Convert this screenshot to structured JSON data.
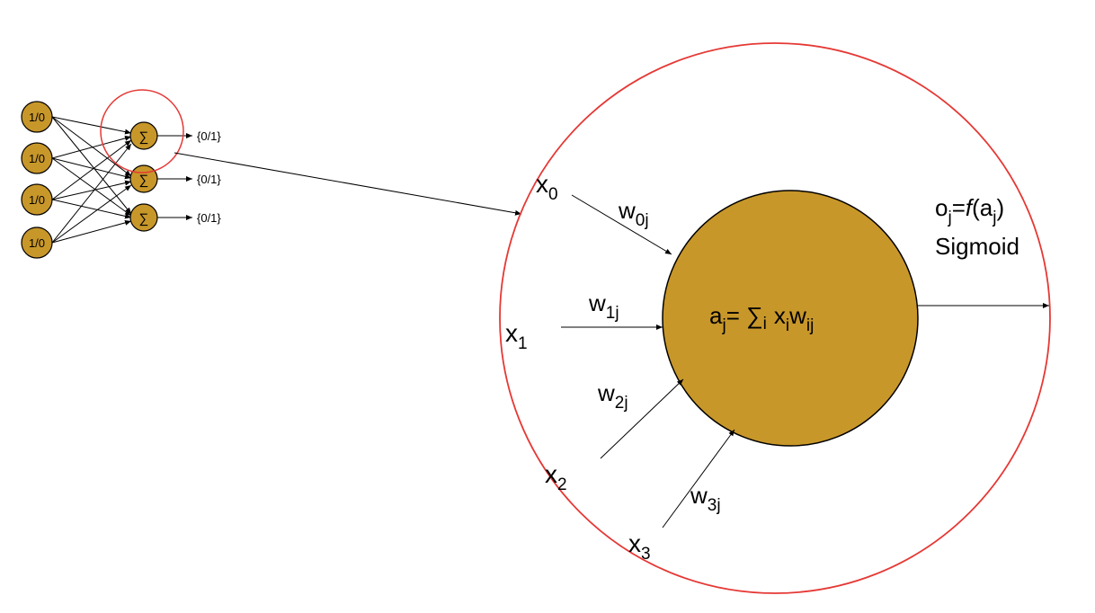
{
  "colors": {
    "node_fill": "#c8972a",
    "highlight": "#e53935",
    "line": "#000000"
  },
  "network": {
    "input_label": "1/0",
    "sum_symbol": "∑",
    "output_label": "{0/1}"
  },
  "neuron": {
    "inputs": [
      {
        "x": "x",
        "sub": "0"
      },
      {
        "x": "x",
        "sub": "1"
      },
      {
        "x": "x",
        "sub": "2"
      },
      {
        "x": "x",
        "sub": "3"
      }
    ],
    "weights": [
      {
        "w": "w",
        "sub": "0j"
      },
      {
        "w": "w",
        "sub": "1j"
      },
      {
        "w": "w",
        "sub": "2j"
      },
      {
        "w": "w",
        "sub": "3j"
      }
    ],
    "formula": {
      "a": "a",
      "a_sub": "j",
      "eq": "= ∑",
      "sum_sub": "i",
      "x": "x",
      "x_sub": "i",
      "w": "w",
      "w_sub": "ij"
    },
    "output": {
      "o": "o",
      "o_sub": "j",
      "eq": "=",
      "f": "f",
      "open": "(a",
      "a_sub": "j",
      "close": ")",
      "activation": "Sigmoid"
    }
  }
}
